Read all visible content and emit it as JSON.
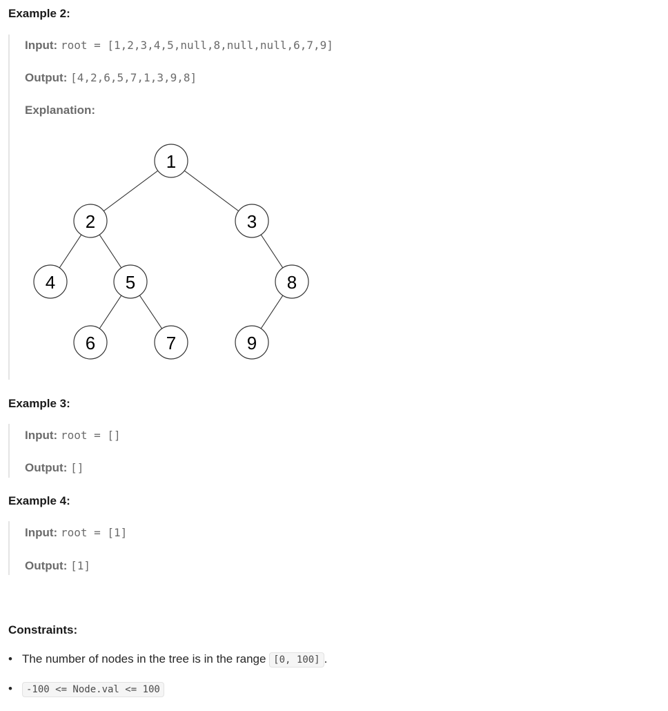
{
  "examples": [
    {
      "title": "Example 2:",
      "input_label": "Input:",
      "input_value": "root = [1,2,3,4,5,null,8,null,null,6,7,9]",
      "output_label": "Output:",
      "output_value": "[4,2,6,5,7,1,3,9,8]",
      "explanation_label": "Explanation:"
    },
    {
      "title": "Example 3:",
      "input_label": "Input:",
      "input_value": "root = []",
      "output_label": "Output:",
      "output_value": "[]"
    },
    {
      "title": "Example 4:",
      "input_label": "Input:",
      "input_value": "root = [1]",
      "output_label": "Output:",
      "output_value": "[1]"
    }
  ],
  "tree": {
    "nodes": [
      "1",
      "2",
      "3",
      "4",
      "5",
      "8",
      "6",
      "7",
      "9"
    ],
    "edges": [
      [
        "1",
        "2"
      ],
      [
        "1",
        "3"
      ],
      [
        "2",
        "4"
      ],
      [
        "2",
        "5"
      ],
      [
        "3",
        "8"
      ],
      [
        "5",
        "6"
      ],
      [
        "5",
        "7"
      ],
      [
        "8",
        "9"
      ]
    ]
  },
  "constraints": {
    "title": "Constraints:",
    "items": [
      {
        "text_before": "The number of nodes in the tree is in the range ",
        "code": "[0, 100]",
        "text_after": "."
      },
      {
        "text_before": "",
        "code": "-100 <= Node.val <= 100",
        "text_after": ""
      }
    ]
  }
}
